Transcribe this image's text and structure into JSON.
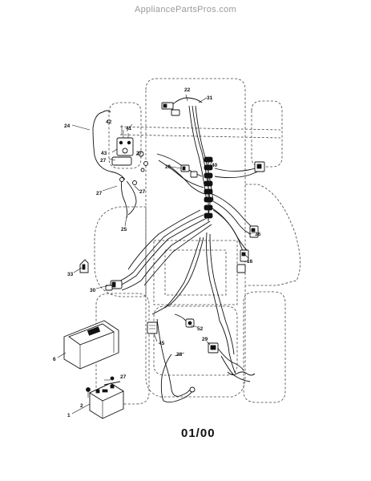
{
  "watermark": "AppliancePartsPros.com",
  "footer_code": "01/00",
  "callouts": {
    "c1": "1",
    "c2": "2",
    "c6": "6",
    "c16": "16",
    "c22": "22",
    "c24": "24",
    "c25": "25",
    "c26": "26",
    "c27a": "27",
    "c27b": "27",
    "c27c": "27",
    "c27d": "27",
    "c27e": "27",
    "c28": "28",
    "c29": "29",
    "c30": "30",
    "c31": "31",
    "c33": "33",
    "c36": "36",
    "c40": "40",
    "c41": "41",
    "c42": "42",
    "c43": "43",
    "c45": "45",
    "c52": "52"
  }
}
